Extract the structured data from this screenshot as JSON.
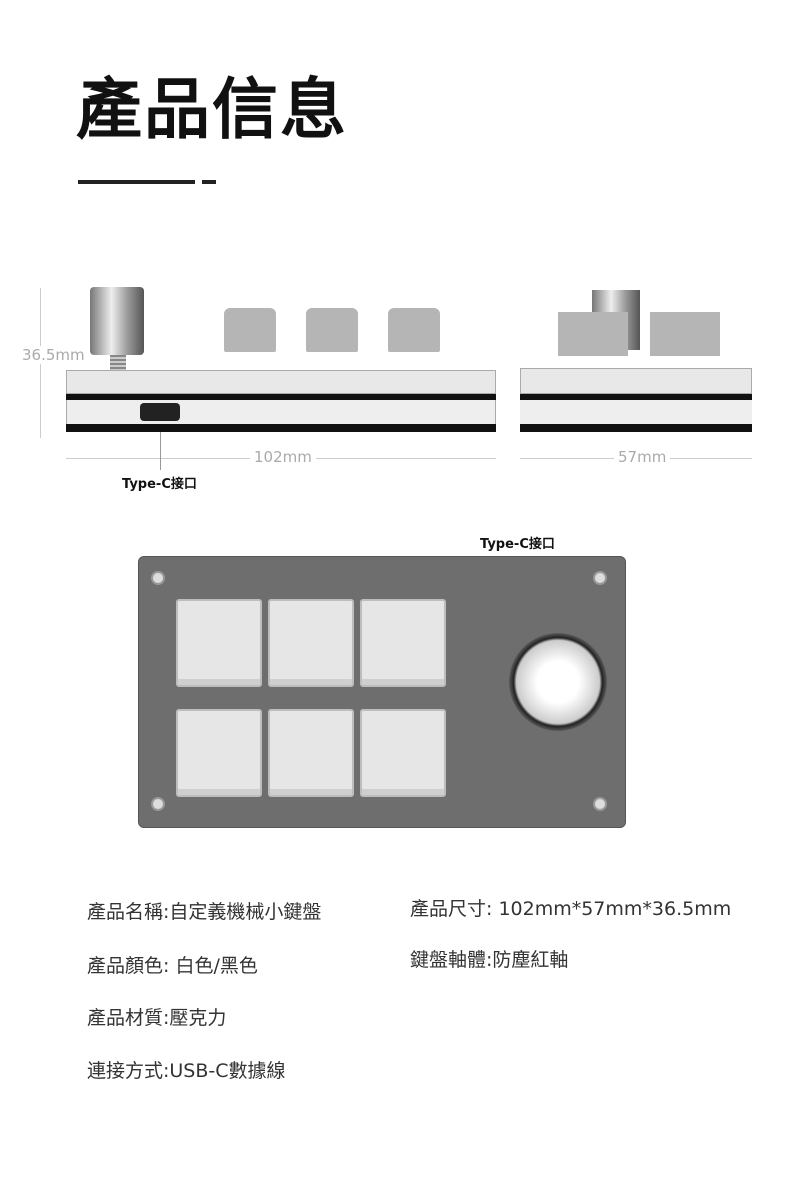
{
  "title": "產品信息",
  "diagram": {
    "height_label": "36.5mm",
    "width_label": "102mm",
    "depth_label": "57mm",
    "port_label_side": "Type-C接口",
    "port_label_top": "Type-C接口"
  },
  "specs": {
    "left": [
      "產品名稱:自定義機械小鍵盤",
      "產品顏色: 白色/黑色",
      "產品材質:壓克力",
      "連接方式:USB-C數據線"
    ],
    "right": [
      "產品尺寸: 102mm*57mm*36.5mm",
      "鍵盤軸體:防塵紅軸"
    ]
  }
}
